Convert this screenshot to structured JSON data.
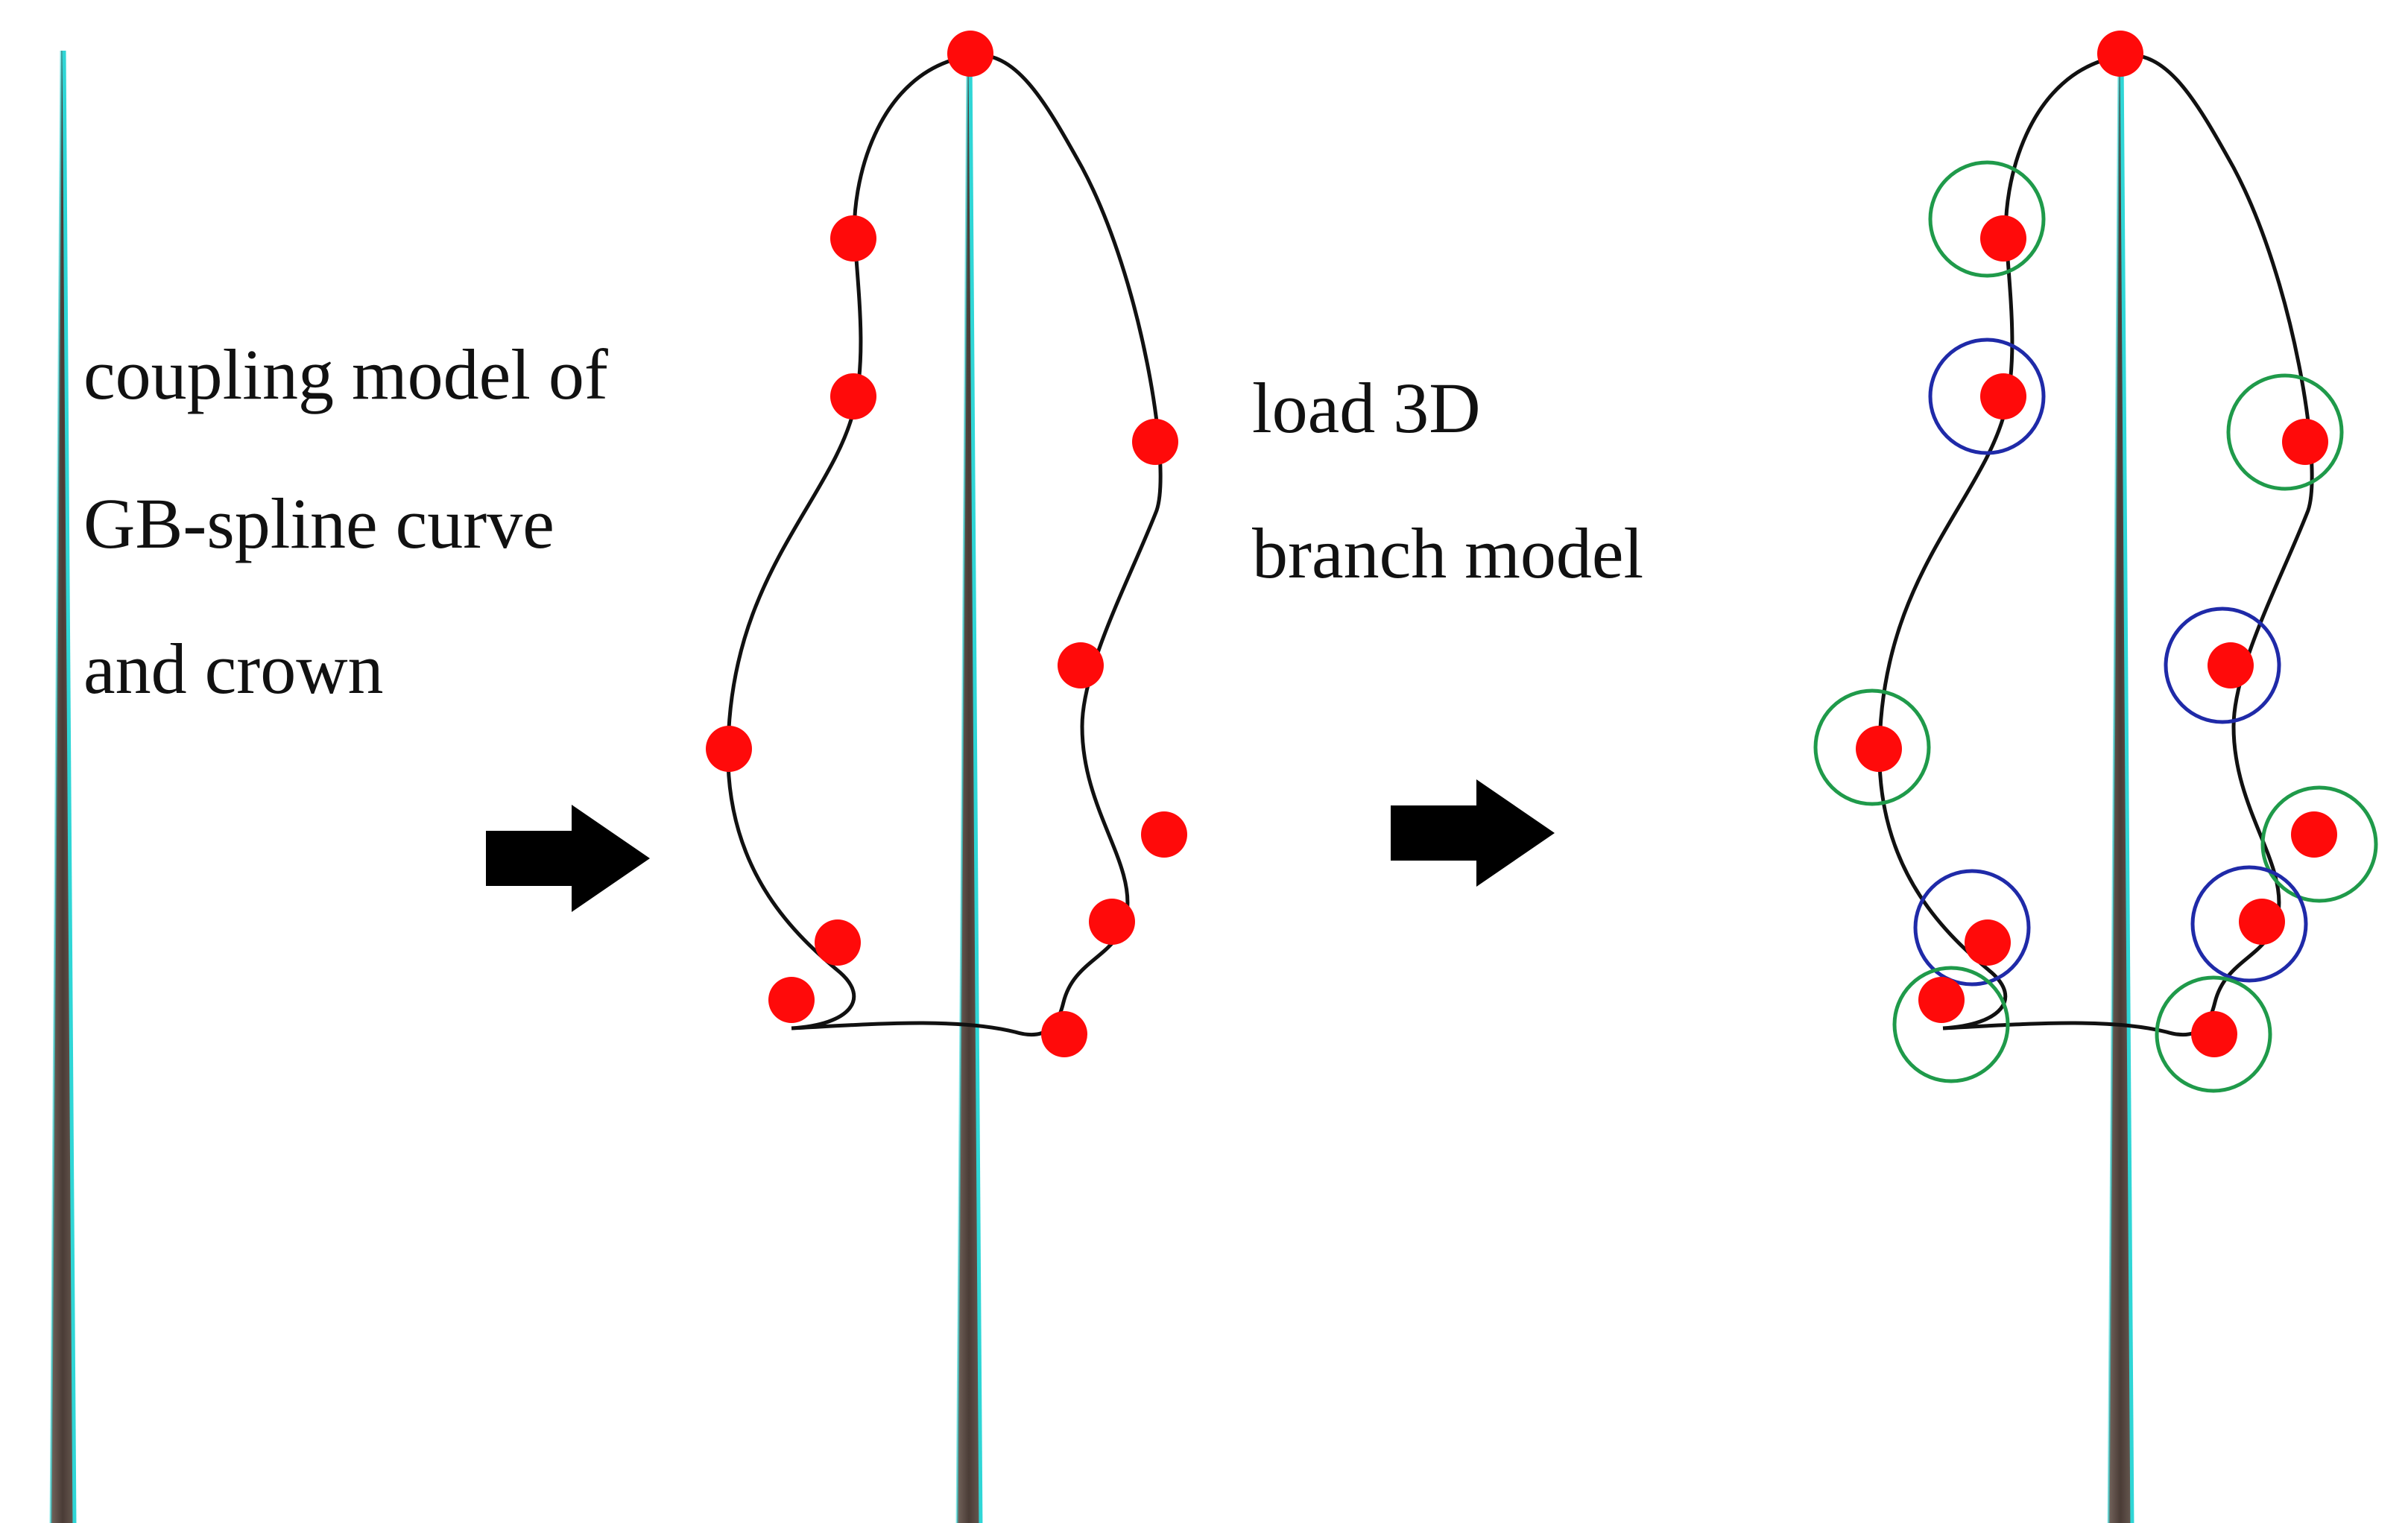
{
  "labels": {
    "step1": [
      "coupling model of",
      "GB-spline curve",
      "and crown"
    ],
    "step2": [
      "load 3D",
      "branch model"
    ]
  },
  "colors": {
    "control_point": "#ff0a0a",
    "curve": "#111111",
    "trunk_bark": "#5a4a42",
    "trunk_edge": "#2fd6d6",
    "arrow": "#000000",
    "ring_green": "#1f9a4a",
    "ring_blue": "#1f2aa8"
  },
  "icons": {
    "arrow": "right-arrow-icon",
    "control_point": "control-point-icon",
    "ring": "branch-ring-icon"
  }
}
